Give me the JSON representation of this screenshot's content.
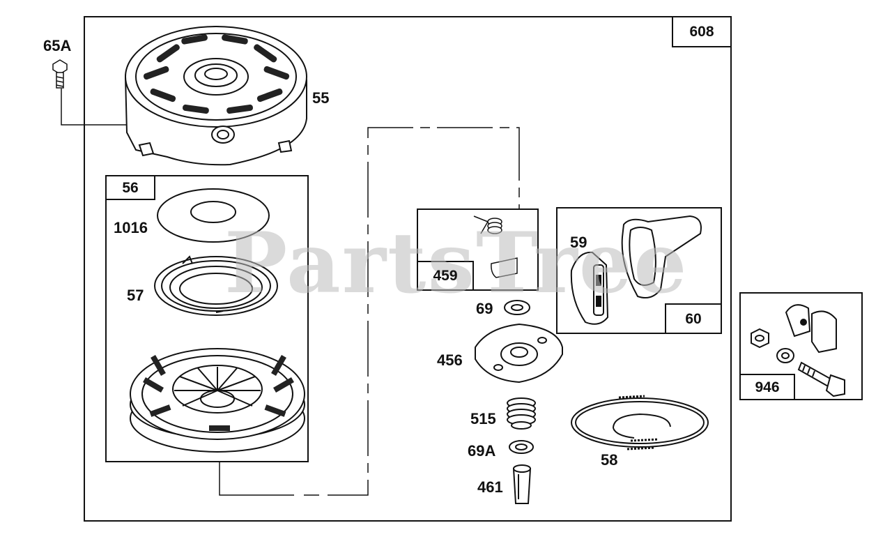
{
  "diagram": {
    "main_assembly_label": "608",
    "watermark": "PartsTree",
    "subassembly_labels": {
      "rewind_starter": "56",
      "ratchet": "459",
      "handle": "60",
      "clamp_kit": "946"
    },
    "parts": {
      "screw": "65A",
      "blower_housing": "55",
      "washer_1016": "1016",
      "spring_57": "57",
      "handle_insert": "59",
      "washer_69": "69",
      "retainer": "456",
      "spring_515": "515",
      "washer_69a": "69A",
      "pin": "461",
      "rope": "58"
    }
  }
}
